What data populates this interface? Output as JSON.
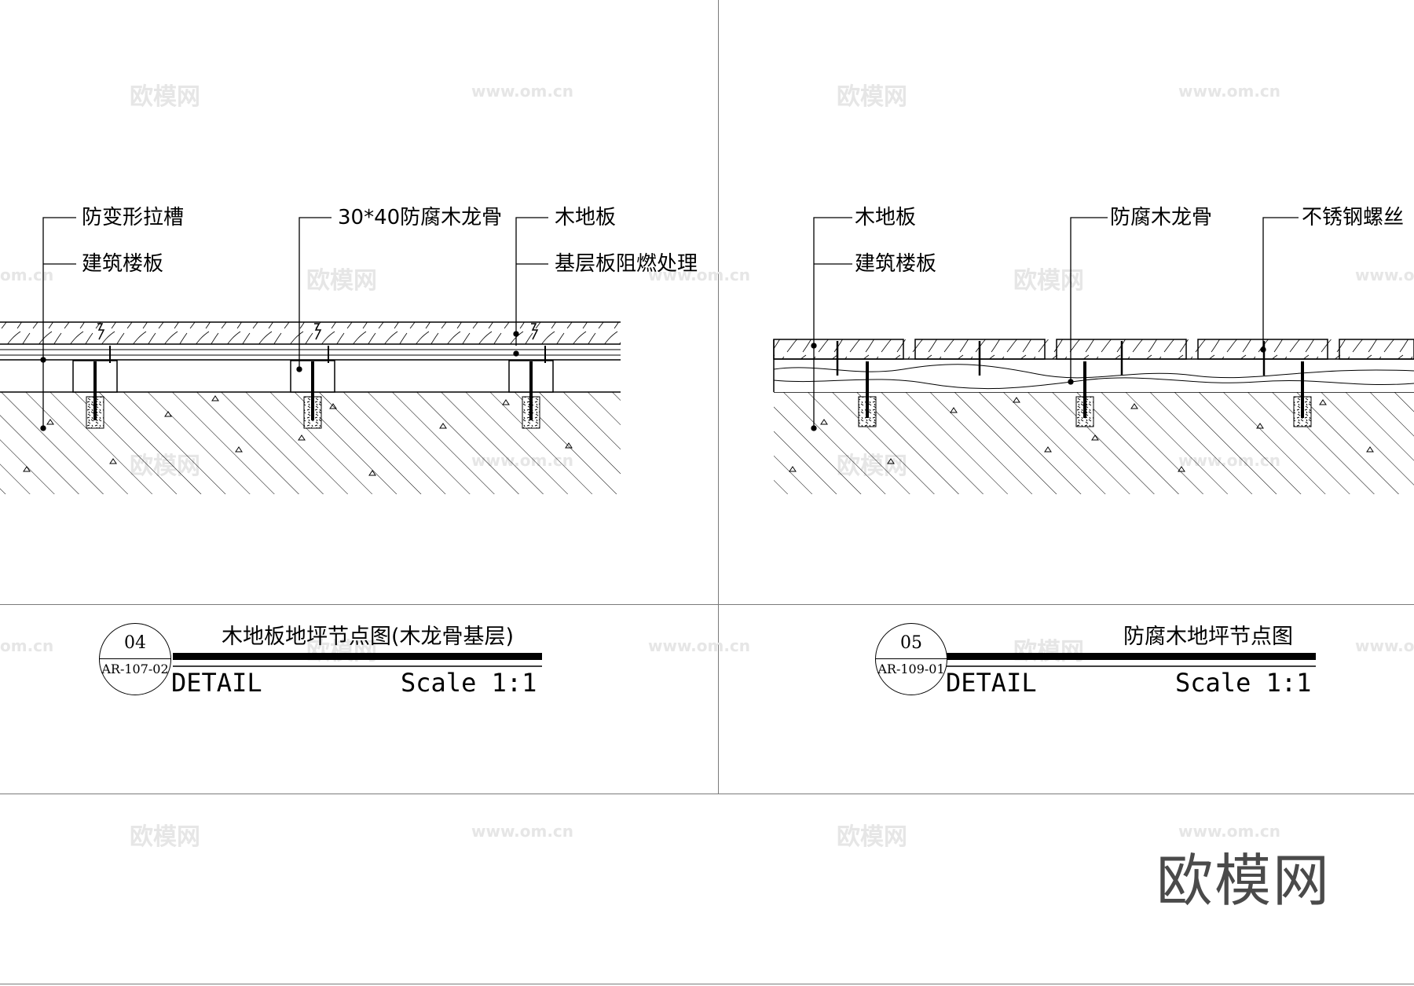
{
  "left_detail": {
    "labels": {
      "l1": "防变形拉槽",
      "l2": "建筑楼板",
      "m1": "30*40防腐木龙骨",
      "r1": "木地板",
      "r2": "基层板阻燃处理"
    },
    "title": "木地板地坪节点图(木龙骨基层)",
    "bubble_num": "04",
    "bubble_ref": "AR-107-02",
    "detail": "DETAIL",
    "scale": "Scale 1:1"
  },
  "right_detail": {
    "labels": {
      "l1": "木地板",
      "l2": "建筑楼板",
      "m1": "防腐木龙骨",
      "r1": "不锈钢螺丝"
    },
    "title": "防腐木地坪节点图",
    "bubble_num": "05",
    "bubble_ref": "AR-109-01",
    "detail": "DETAIL",
    "scale": "Scale 1:1"
  },
  "watermarks": {
    "cn": "欧模网",
    "url": "www.om.cn",
    "url_short": "om.cn"
  },
  "logo": "欧模网"
}
